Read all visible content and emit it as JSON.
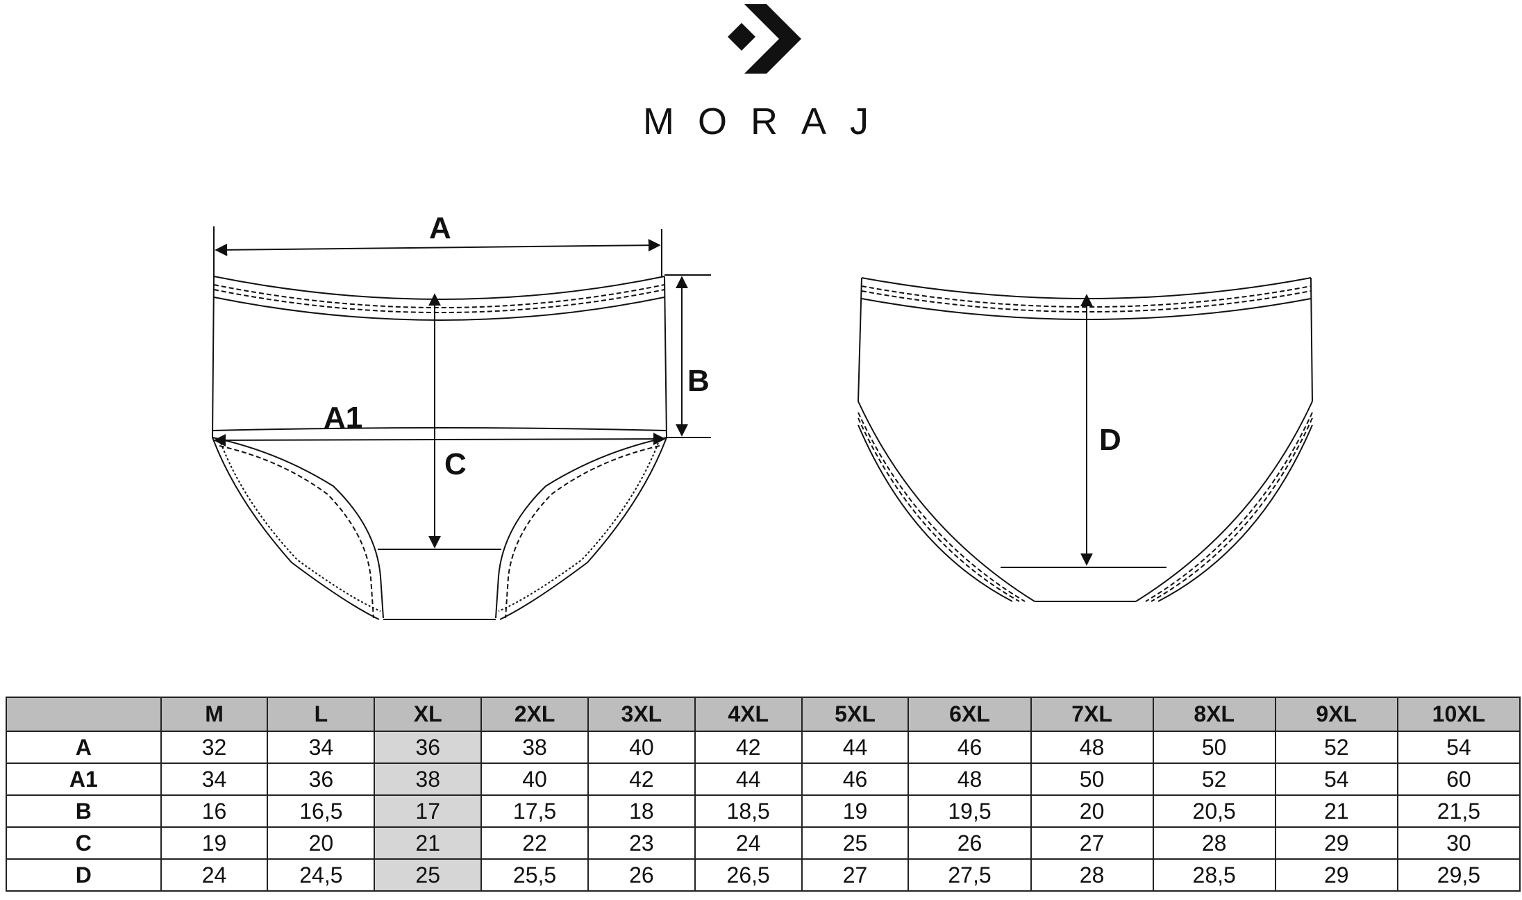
{
  "brand": {
    "name": "MORAJ",
    "logo_icon": "moraj-chevron-logo-icon"
  },
  "diagram": {
    "front_labels": {
      "a": "A",
      "a1": "A1",
      "b": "B",
      "c": "C"
    },
    "back_labels": {
      "d": "D"
    }
  },
  "table": {
    "sizes": [
      "M",
      "L",
      "XL",
      "2XL",
      "3XL",
      "4XL",
      "5XL",
      "6XL",
      "7XL",
      "8XL",
      "9XL",
      "10XL"
    ],
    "highlight_size": "XL",
    "highlight_color": "#d6d6d6",
    "header_color": "#bdbdbd",
    "rows": [
      {
        "label": "A",
        "values": [
          "32",
          "34",
          "36",
          "38",
          "40",
          "42",
          "44",
          "46",
          "48",
          "50",
          "52",
          "54"
        ]
      },
      {
        "label": "A1",
        "values": [
          "34",
          "36",
          "38",
          "40",
          "42",
          "44",
          "46",
          "48",
          "50",
          "52",
          "54",
          "60"
        ]
      },
      {
        "label": "B",
        "values": [
          "16",
          "16,5",
          "17",
          "17,5",
          "18",
          "18,5",
          "19",
          "19,5",
          "20",
          "20,5",
          "21",
          "21,5"
        ]
      },
      {
        "label": "C",
        "values": [
          "19",
          "20",
          "21",
          "22",
          "23",
          "24",
          "25",
          "26",
          "27",
          "28",
          "29",
          "30"
        ]
      },
      {
        "label": "D",
        "values": [
          "24",
          "24,5",
          "25",
          "25,5",
          "26",
          "26,5",
          "27",
          "27,5",
          "28",
          "28,5",
          "29",
          "29,5"
        ]
      }
    ]
  }
}
